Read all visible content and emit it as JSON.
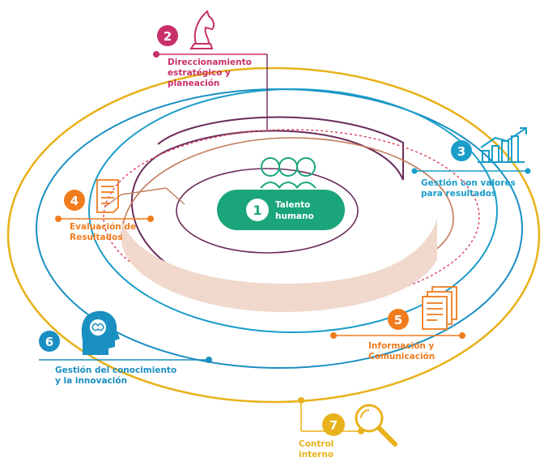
{
  "colors": {
    "talento": "#1aa57a",
    "direccionamiento": "#c8306a",
    "gestion_valores": "#1a9dc9",
    "evaluacion": "#f07c1e",
    "informacion": "#f07c1e",
    "conocimiento": "#1a8fc2",
    "control": "#e8b21c",
    "disc_shadow": "#f0d8cc",
    "purple": "#6b2c5a"
  },
  "center": {
    "number": "1",
    "label_line1": "Talento",
    "label_line2": "humano",
    "icon": "people-group-icon"
  },
  "items": {
    "direccionamiento": {
      "number": "2",
      "line1": "Direccionamiento",
      "line2": "estratégico y",
      "line3": "planeación",
      "icon": "chess-knight-icon"
    },
    "gestion_valores": {
      "number": "3",
      "line1": "Gestión con valores",
      "line2": "para resultados",
      "icon": "bar-chart-growth-icon"
    },
    "evaluacion": {
      "number": "4",
      "line1": "Evaluación de",
      "line2": "Resultados",
      "icon": "checklist-document-icon"
    },
    "informacion": {
      "number": "5",
      "line1": "Información y",
      "line2": "Comunicación",
      "icon": "documents-stack-icon"
    },
    "conocimiento": {
      "number": "6",
      "line1": "Gestión del conocimiento",
      "line2": "y la innovación",
      "icon": "head-brain-icon"
    },
    "control": {
      "number": "7",
      "line1": "Control",
      "line2": "interno",
      "icon": "magnifier-icon"
    }
  }
}
